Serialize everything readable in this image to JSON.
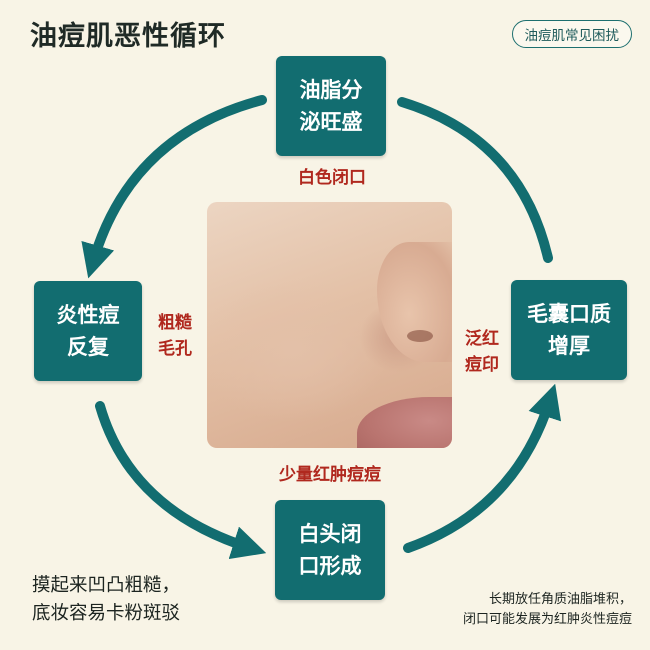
{
  "title": "油痘肌恶性循环",
  "badge": "油痘肌常见困扰",
  "nodes": {
    "top": "油脂分\n泌旺盛",
    "right": "毛囊口质\n增厚",
    "bottom": "白头闭\n口形成",
    "left": "炎性痘\n反复"
  },
  "labels": {
    "top": "白色闭口",
    "left": "粗糙\n毛孔",
    "right": "泛红\n痘印",
    "bottom": "少量红肿痘痘"
  },
  "notes": {
    "left": "摸起来凹凸粗糙，\n底妆容易卡粉斑驳",
    "right": "长期放任角质油脂堆积，\n闭口可能发展为红肿炎性痘痘"
  },
  "colors": {
    "accent": "#126d70",
    "warning_text": "#b0281e",
    "background": "#f8f4e6"
  }
}
